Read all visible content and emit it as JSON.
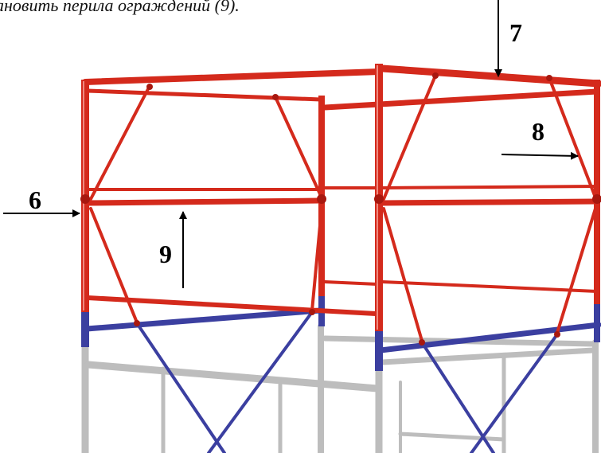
{
  "caption": "ановить перила ограждений (9).",
  "labels": {
    "l6": "6",
    "l7": "7",
    "l8": "8",
    "l9": "9"
  },
  "colors": {
    "frame_red": "#d42a1c",
    "frame_red_dark": "#a8180f",
    "tie_blue": "#3b3fa0",
    "base_grey": "#bdbdbd",
    "base_grey_dark": "#8c8c8c",
    "arrow": "#000000"
  }
}
